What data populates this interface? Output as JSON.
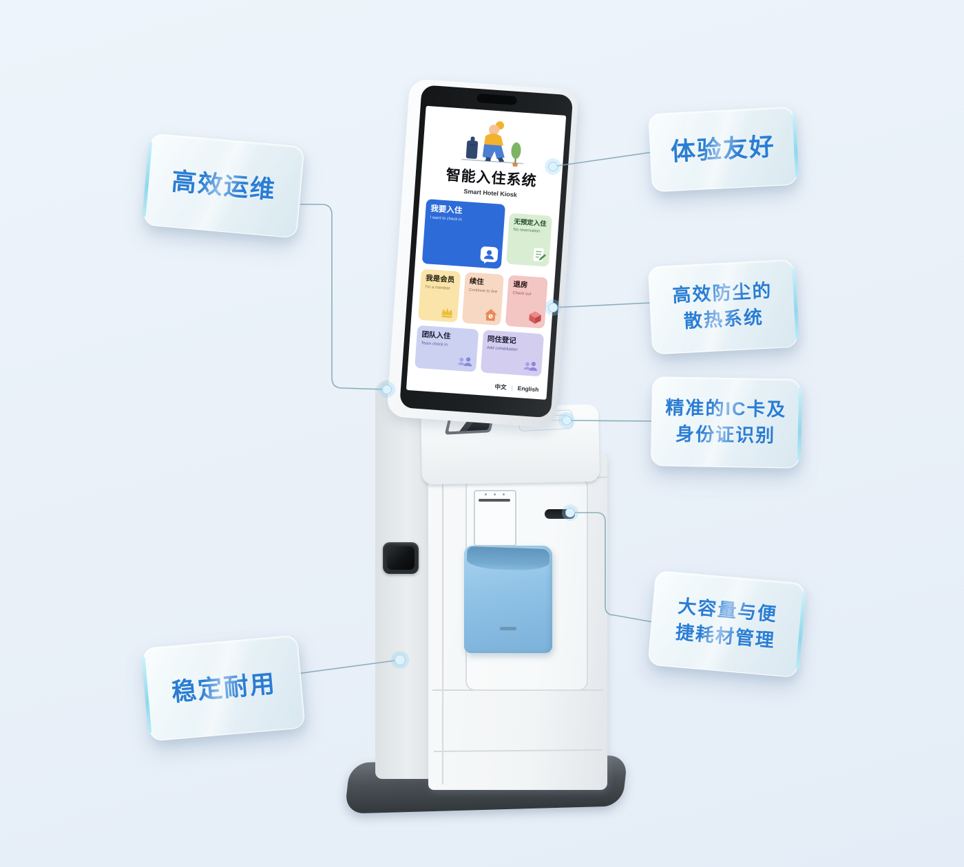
{
  "callouts": {
    "ops": {
      "lines": [
        "高效运维"
      ]
    },
    "ux": {
      "lines": [
        "体验友好"
      ]
    },
    "cooling": {
      "lines": [
        "高效防尘的",
        "散热系统"
      ]
    },
    "ic_card": {
      "lines": [
        "精准的IC卡及",
        "身份证识别"
      ]
    },
    "consumables": {
      "lines": [
        "大容量与便",
        "捷耗材管理"
      ]
    },
    "durable": {
      "lines": [
        "稳定耐用"
      ]
    }
  },
  "screen": {
    "title": "智能入住系统",
    "subtitle": "Smart Hotel Kiosk",
    "tiles": {
      "checkin": {
        "zh": "我要入住",
        "en": "I want to check in"
      },
      "no_reservation": {
        "zh": "无预定入住",
        "en": "No reservation"
      },
      "member": {
        "zh": "我是会员",
        "en": "I'm a member"
      },
      "continue_stay": {
        "zh": "续住",
        "en": "Continue to live"
      },
      "checkout": {
        "zh": "退房",
        "en": "Check out"
      },
      "team_checkin": {
        "zh": "团队入住",
        "en": "Team check in"
      },
      "cohabitation": {
        "zh": "同住登记",
        "en": "Add cohabitation"
      }
    },
    "language_switcher": {
      "zh": "中文",
      "divider": "|",
      "en": "English"
    }
  },
  "icons": {
    "checkin": "person-badge-icon",
    "no_reservation": "document-pen-icon",
    "member": "crown-icon",
    "continue_stay": "house-icon",
    "checkout": "cube-icon",
    "team_checkin": "people-group-icon",
    "cohabitation": "people-add-icon",
    "illustration": "traveler-with-luggage-illustration"
  },
  "colors": {
    "background": "#e9f0f8",
    "callout_text": "#2a7dd3",
    "connector_line": "#7fa6b5",
    "connector_dot": "#dff2fc",
    "tile_checkin_bg": "#2d6bd9",
    "tile_no_reservation_bg": "#d9edd2",
    "tile_member_bg": "#fae4a9",
    "tile_continue_bg": "#f7d8c3",
    "tile_checkout_bg": "#f3c5c3",
    "tile_team_bg": "#ccd1f1",
    "tile_cohabitation_bg": "#d3cdf0",
    "tray_blue": "#8fc2e6"
  }
}
